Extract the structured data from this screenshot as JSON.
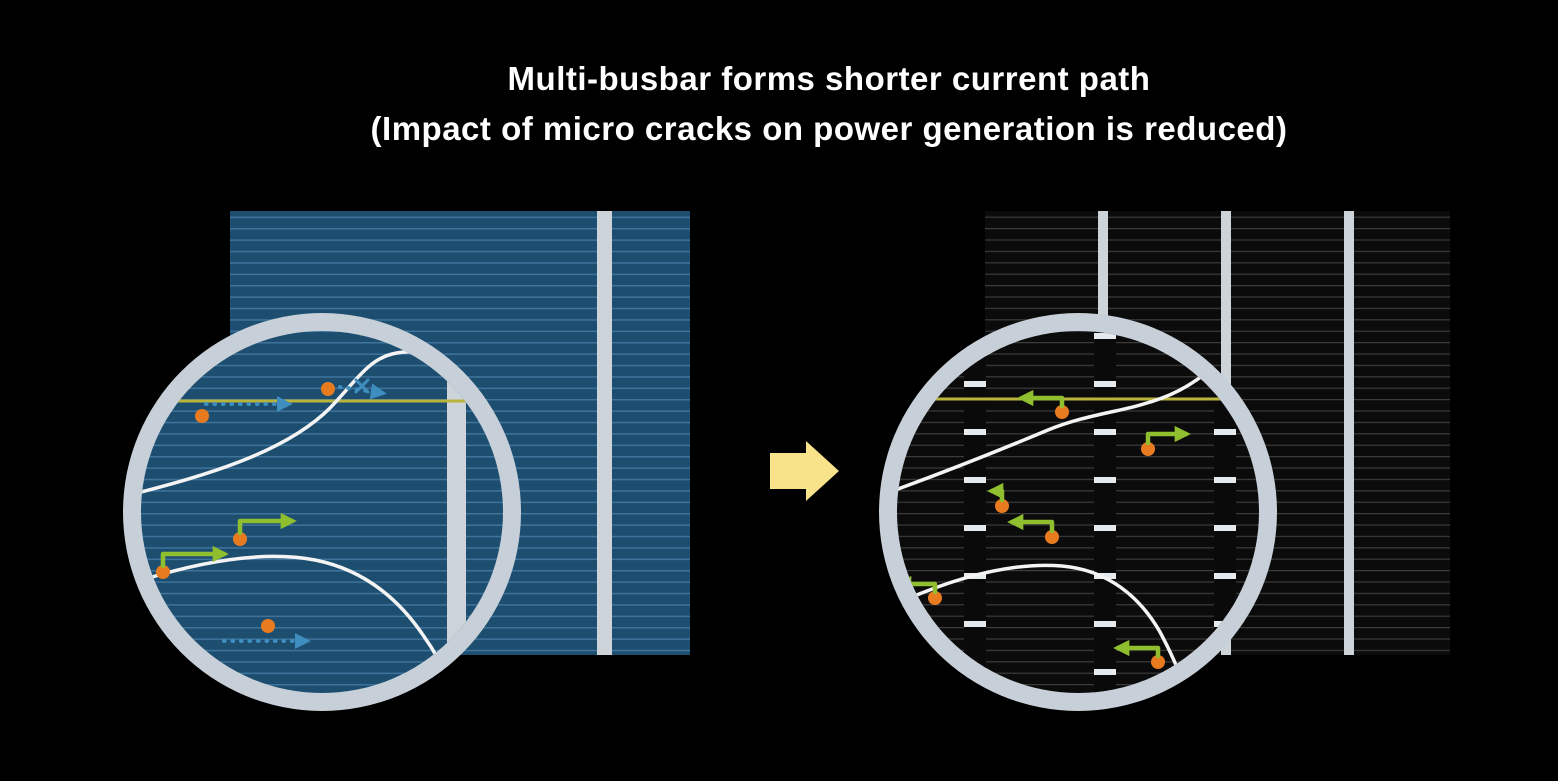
{
  "title": {
    "line1": "Multi-busbar forms shorter current path",
    "line2": "(Impact of micro cracks on power generation is reduced)"
  },
  "colors": {
    "background": "#000000",
    "title_text": "#ffffff",
    "cell_blue": "#1d4e70",
    "cell_blue_line": "#3f739b",
    "cell_dark": "#0b0b0b",
    "cell_dark_line": "#3c3c3c",
    "busbar_light": "#ccd4da",
    "magnifier_ring": "#c7d0d8",
    "crack_white": "#f4f4f4",
    "finger_yellow": "#b9b43c",
    "transition_arrow_yellow": "#f8e38a",
    "electron_orange": "#e87b20",
    "long_path_blue": "#3e8fc0",
    "short_path_green": "#8fbe2e",
    "ribbon_gap": "#e6ebee",
    "ribbon_segment": "#0a0a0a"
  },
  "icons": {
    "transition_arrow": "right-block-arrow",
    "electron": "orange-dot",
    "long_current_path": "blue-dotted-arrow",
    "short_current_path": "green-arrow",
    "blocked_path": "blue-x-mark",
    "micro_crack": "white-crack-line",
    "magnifier": "zoom-circle"
  }
}
